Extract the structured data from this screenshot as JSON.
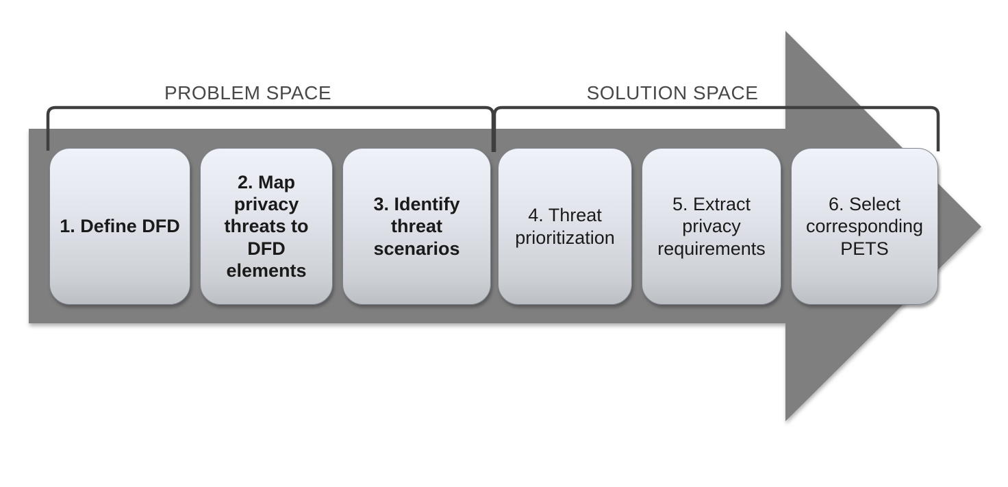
{
  "diagram": {
    "type": "process-flow-arrow",
    "sections": [
      {
        "label": "PROBLEM SPACE"
      },
      {
        "label": "SOLUTION SPACE"
      }
    ],
    "steps": [
      {
        "label": "1. Define DFD",
        "bold": true
      },
      {
        "label": "2. Map\nprivacy\nthreats to\nDFD\nelements",
        "bold": true
      },
      {
        "label": "3. Identify\nthreat\nscenarios",
        "bold": true
      },
      {
        "label": "4. Threat\nprioritization",
        "bold": false
      },
      {
        "label": "5. Extract\nprivacy\nrequirements",
        "bold": false
      },
      {
        "label": "6. Select\ncorresponding\nPETS",
        "bold": false
      }
    ],
    "colors": {
      "arrow": "#7f7f7f",
      "bracket": "#3f3f3f",
      "section_label": "#484848",
      "step_text": "#1a1a1a",
      "box_gradient_top": "#eff2f9",
      "box_gradient_bottom": "#bcbfc4"
    }
  }
}
